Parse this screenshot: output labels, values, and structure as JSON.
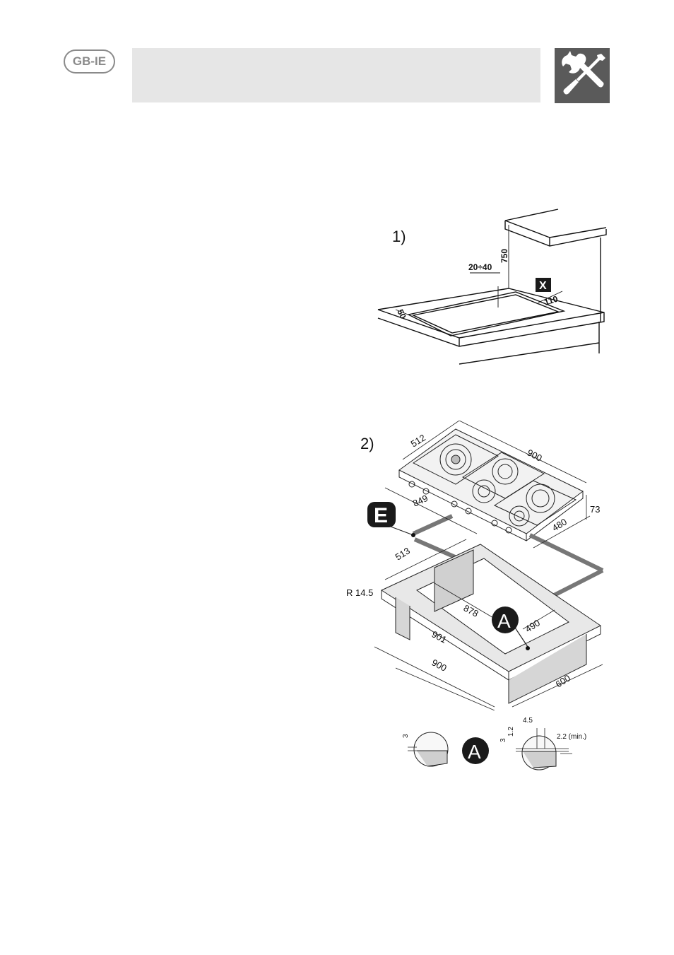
{
  "header": {
    "region_badge": "GB-IE",
    "tool_icon": "screwdriver-wrench-icon"
  },
  "figure1": {
    "label": "1)",
    "dim_750": "750",
    "dim_20_40": "20÷40",
    "dim_50": "50",
    "dim_110": "110",
    "marker": "X"
  },
  "figure2": {
    "label": "2)",
    "dim_512": "512",
    "dim_900_top": "900",
    "dim_849": "849",
    "dim_73": "73",
    "dim_480": "480",
    "dim_513": "513",
    "dim_r145": "R 14.5",
    "dim_878": "878",
    "dim_490": "490",
    "dim_901": "901",
    "dim_900_bottom": "900",
    "dim_600": "600",
    "marker_e": "E",
    "marker_a": "A"
  },
  "detail_a": {
    "marker": "A",
    "dim_3_left": "3",
    "dim_45": "4.5",
    "dim_12": "1.2",
    "dim_3_right": "3",
    "dim_22": "2.2 (min.)"
  },
  "colors": {
    "header_bg": "#e6e6e6",
    "icon_bg": "#5a5a5a",
    "badge_border": "#8a8a8a",
    "marker_fill": "#1a1a1a"
  }
}
